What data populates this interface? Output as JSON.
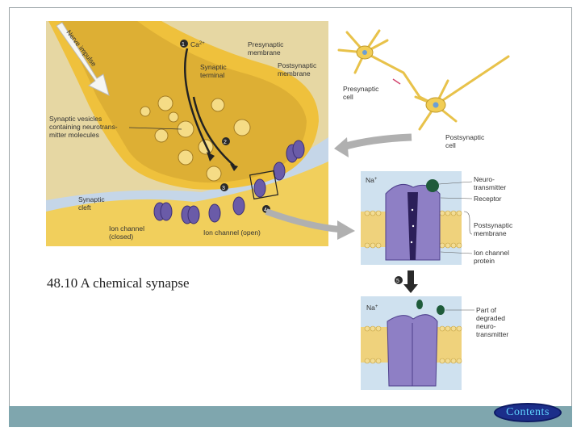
{
  "caption": "48.10 A chemical synapse",
  "nav": {
    "contents_label": "Contents"
  },
  "figure_main": {
    "nerve_impulse": "Nerve impulse",
    "step1": "1",
    "ca": "Ca",
    "ca_sup": "2+",
    "synaptic_terminal": [
      "Synaptic",
      "terminal"
    ],
    "presynaptic_membrane": [
      "Presynaptic",
      "membrane"
    ],
    "postsynaptic_membrane": [
      "Postsynaptic",
      "membrane"
    ],
    "synaptic_vesicles": [
      "Synaptic vesicles",
      "containing neurotrans-",
      "mitter molecules"
    ],
    "step2": "2",
    "step3": "3",
    "step4": "4",
    "synaptic_cleft": [
      "Synaptic",
      "cleft"
    ],
    "ion_channel_closed": [
      "Ion channel",
      "(closed)"
    ],
    "ion_channel_open": "Ion channel (open)"
  },
  "figure_neuron": {
    "presynaptic_cell": [
      "Presynaptic",
      "cell"
    ],
    "postsynaptic_cell": [
      "Postsynaptic",
      "cell"
    ]
  },
  "figure_detail1": {
    "na": "Na",
    "na_sup": "+",
    "neurotransmitter": [
      "Neuro-",
      "transmitter"
    ],
    "receptor": "Receptor",
    "postsynaptic_membrane": [
      "Postsynaptic",
      "membrane"
    ],
    "ion_channel_protein": [
      "Ion channel",
      "protein"
    ]
  },
  "figure_detail2": {
    "step5": "5",
    "na": "Na",
    "na_sup": "+",
    "degraded": [
      "Part of",
      "degraded",
      "neuro-",
      "transmitter"
    ]
  },
  "colors": {
    "background_tan": "#e8d9a6",
    "terminal_yellow": "#f0c23a",
    "cleft_blue": "#c7d8ea",
    "channel_purple": "#7565b6",
    "membrane_yellow": "#f2d163",
    "footer": "#7fa6ae",
    "contents_button": "#1c2e8a"
  }
}
